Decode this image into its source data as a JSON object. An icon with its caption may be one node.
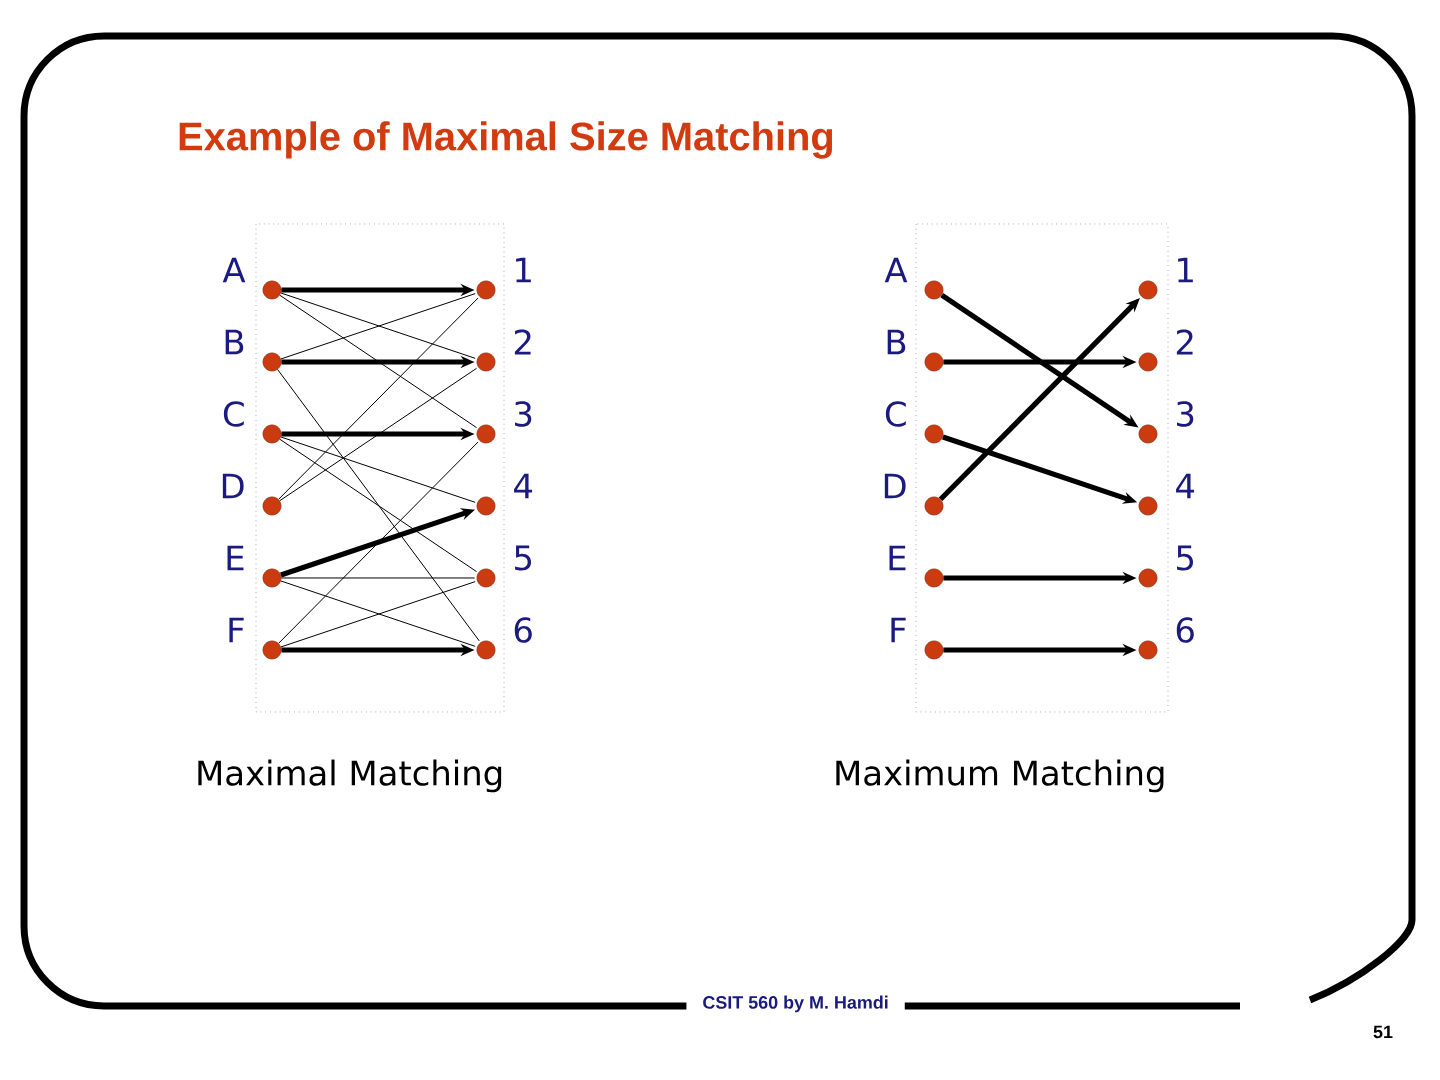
{
  "diagram": {
    "title": "Example of Maximal Size Matching",
    "nodes": [
      {
        "text": [],
        "shape": "circle",
        "beside": [
          "A"
        ]
      },
      {
        "text": [],
        "shape": "circle",
        "beside": [
          "B"
        ]
      },
      {
        "text": [],
        "shape": "circle",
        "beside": [
          "C"
        ]
      },
      {
        "text": [],
        "shape": "circle",
        "beside": [
          "D"
        ]
      },
      {
        "text": [],
        "shape": "circle",
        "beside": [
          "E"
        ]
      },
      {
        "text": [],
        "shape": "circle",
        "beside": [
          "F"
        ]
      },
      {
        "text": [],
        "shape": "circle",
        "beside": [
          "1"
        ]
      },
      {
        "text": [],
        "shape": "circle",
        "beside": [
          "2"
        ]
      },
      {
        "text": [],
        "shape": "circle",
        "beside": [
          "3"
        ]
      },
      {
        "text": [],
        "shape": "circle",
        "beside": [
          "4"
        ]
      },
      {
        "text": [],
        "shape": "circle",
        "beside": [
          "5"
        ]
      },
      {
        "text": [],
        "shape": "circle",
        "beside": [
          "6"
        ]
      },
      {
        "text": [],
        "shape": "circle",
        "beside": [
          "A"
        ]
      },
      {
        "text": [],
        "shape": "circle",
        "beside": [
          "B"
        ]
      },
      {
        "text": [],
        "shape": "circle",
        "beside": [
          "C"
        ]
      },
      {
        "text": [],
        "shape": "circle",
        "beside": [
          "D"
        ]
      },
      {
        "text": [],
        "shape": "circle",
        "beside": [
          "E"
        ]
      },
      {
        "text": [],
        "shape": "circle",
        "beside": [
          "F"
        ]
      },
      {
        "text": [],
        "shape": "circle",
        "beside": [
          "1"
        ]
      },
      {
        "text": [],
        "shape": "circle",
        "beside": [
          "2"
        ]
      },
      {
        "text": [],
        "shape": "circle",
        "beside": [
          "3"
        ]
      },
      {
        "text": [],
        "shape": "circle",
        "beside": [
          "4"
        ]
      },
      {
        "text": [],
        "shape": "circle",
        "beside": [
          "5"
        ]
      },
      {
        "text": [],
        "shape": "circle",
        "beside": [
          "6"
        ]
      }
    ],
    "edges": [
      {
        "from": 0,
        "to": 7,
        "arrow": "none"
      },
      {
        "from": 0,
        "to": 8,
        "arrow": "none"
      },
      {
        "from": 1,
        "to": 6,
        "arrow": "none"
      },
      {
        "from": 1,
        "to": 11,
        "arrow": "none"
      },
      {
        "from": 2,
        "to": 9,
        "arrow": "none"
      },
      {
        "from": 2,
        "to": 10,
        "arrow": "none"
      },
      {
        "from": 3,
        "to": 6,
        "arrow": "none"
      },
      {
        "from": 3,
        "to": 7,
        "arrow": "none"
      },
      {
        "from": 4,
        "to": 10,
        "arrow": "none"
      },
      {
        "from": 4,
        "to": 11,
        "arrow": "none"
      },
      {
        "from": 5,
        "to": 8,
        "arrow": "none"
      },
      {
        "from": 5,
        "to": 10,
        "arrow": "none"
      },
      {
        "from": 0,
        "to": 6,
        "arrow": "to",
        "style": "thick"
      },
      {
        "from": 1,
        "to": 7,
        "arrow": "to",
        "style": "thick"
      },
      {
        "from": 2,
        "to": 8,
        "arrow": "to",
        "style": "thick"
      },
      {
        "from": 4,
        "to": 9,
        "arrow": "to",
        "style": "thick"
      },
      {
        "from": 5,
        "to": 11,
        "arrow": "to",
        "style": "thick"
      },
      {
        "from": 12,
        "to": 20,
        "arrow": "to",
        "style": "thick"
      },
      {
        "from": 13,
        "to": 19,
        "arrow": "to",
        "style": "thick"
      },
      {
        "from": 14,
        "to": 21,
        "arrow": "to",
        "style": "thick"
      },
      {
        "from": 15,
        "to": 18,
        "arrow": "to",
        "style": "thick"
      },
      {
        "from": 16,
        "to": 22,
        "arrow": "to",
        "style": "thick"
      },
      {
        "from": 17,
        "to": 23,
        "arrow": "to",
        "style": "thick"
      }
    ],
    "labels": [
      "Maximal Matching",
      "Maximum Matching",
      "CSIT 560 by M. Hamdi",
      "51"
    ]
  }
}
